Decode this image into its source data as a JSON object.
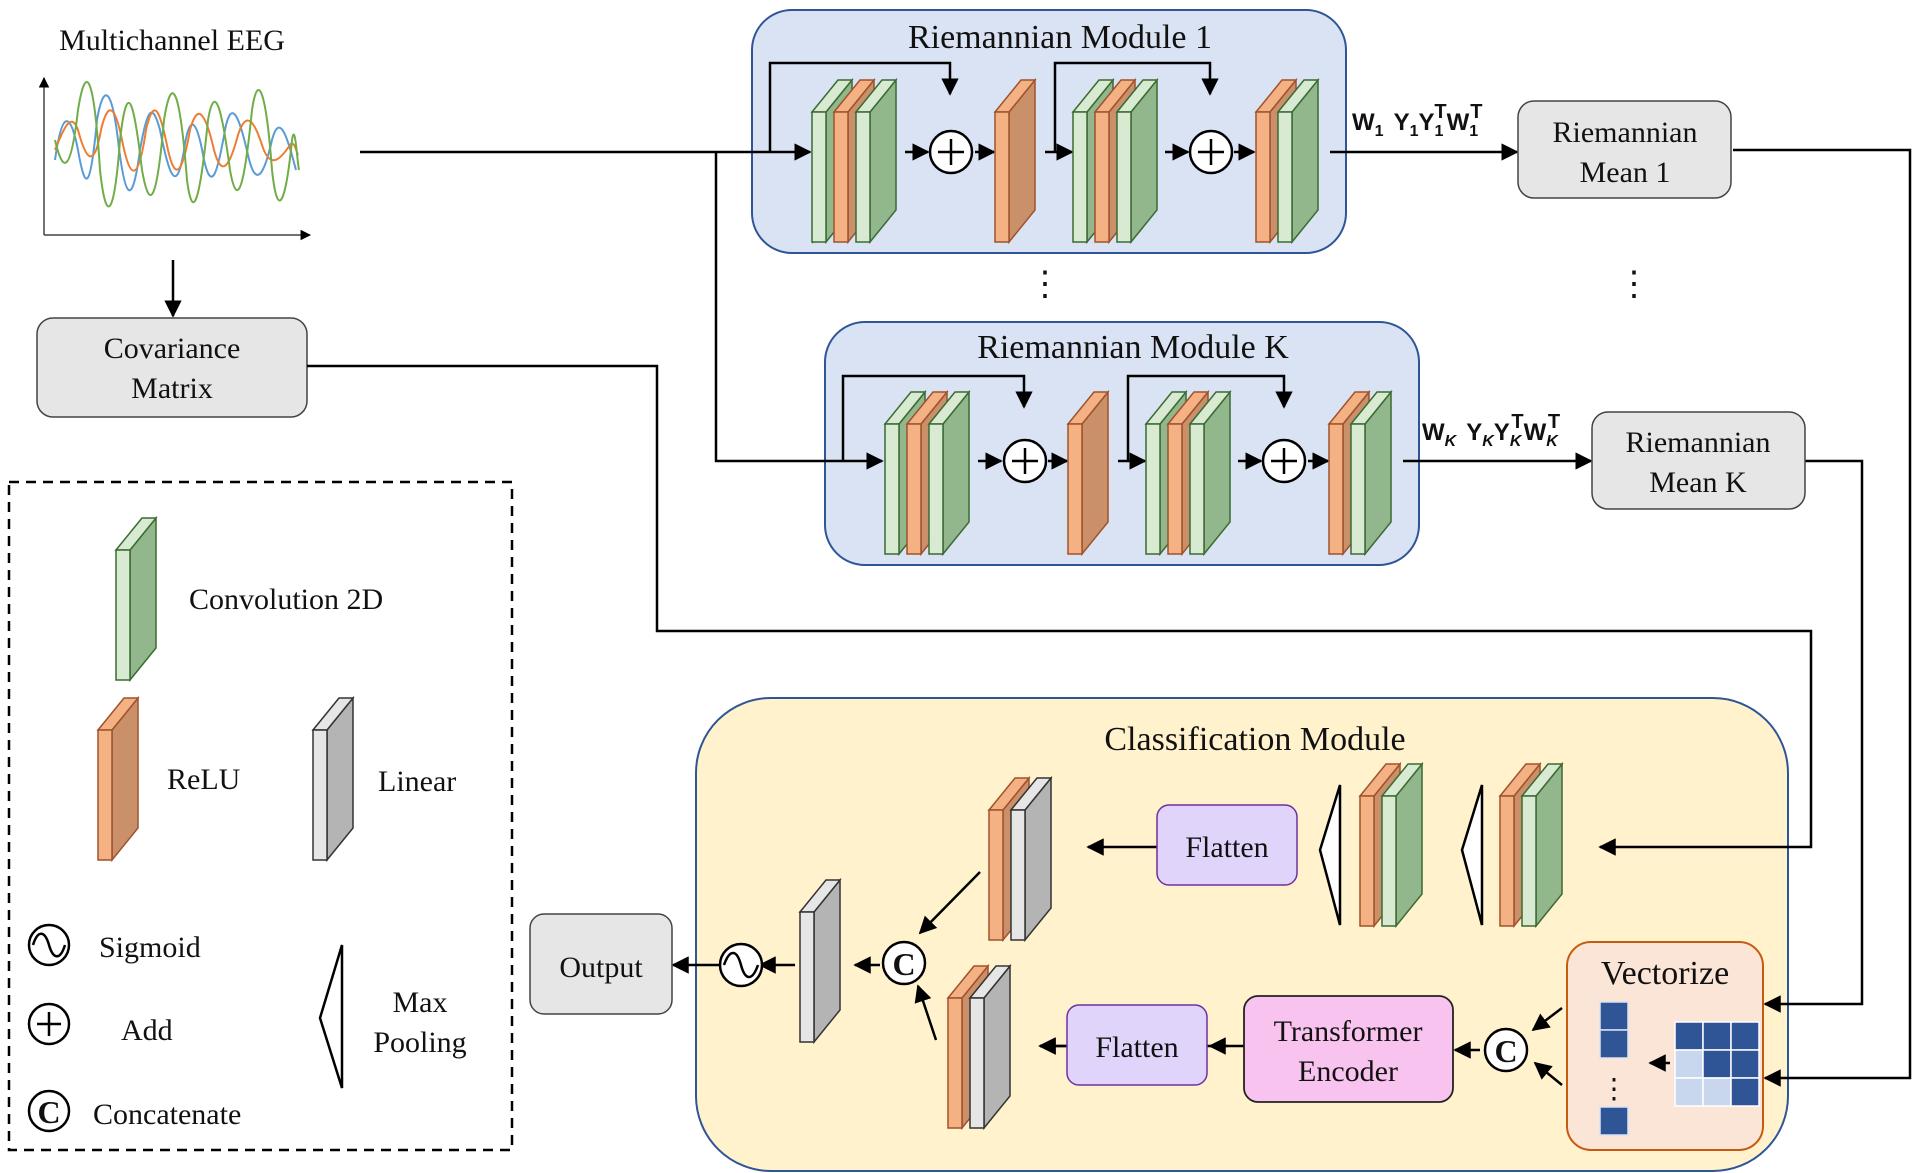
{
  "colors": {
    "module_bg": "#dae3f3",
    "module_border": "#2f5597",
    "class_bg": "#fff2cc",
    "vector_bg": "#fbe5d6",
    "vector_border": "#c55a11",
    "conv_light": "#d9ead3",
    "conv_dark": "#93b78c",
    "relu_light": "#f4b183",
    "relu_dark": "#c9906a",
    "linear_light": "#e7e6e6",
    "linear_dark": "#b4b4b4",
    "flatten_bg": "#e0d4fb",
    "transformer_bg": "#f9c3f0",
    "gray_box": "#e7e6e6"
  },
  "input": {
    "title": "Multichannel EEG"
  },
  "covariance": {
    "line1": "Covariance",
    "line2": "Matrix"
  },
  "module1": {
    "title": "Riemannian Module 1"
  },
  "moduleK": {
    "title": "Riemannian Module K"
  },
  "mean1": {
    "line1": "Riemannian",
    "line2": "Mean 1"
  },
  "meanK": {
    "line1": "Riemannian",
    "line2": "Mean K"
  },
  "formula1": {
    "w": "W",
    "sub1": "1",
    "y": "Y",
    "sub2": "1",
    "y2": "Y",
    "sub3": "1",
    "t1": "T",
    "w2": "W",
    "sub4": "1",
    "t2": "T"
  },
  "formulaK": {
    "w": "W",
    "sub1": "K",
    "y": "Y",
    "sub2": "K",
    "y2": "Y",
    "sub3": "K",
    "t1": "T",
    "w2": "W",
    "sub4": "K",
    "t2": "T"
  },
  "classification": {
    "title": "Classification Module",
    "flatten": "Flatten",
    "flatten2": "Flatten",
    "transformer_line1": "Transformer",
    "transformer_line2": "Encoder",
    "vectorize": "Vectorize"
  },
  "output": {
    "label": "Output"
  },
  "legend": {
    "conv": "Convolution  2D",
    "relu": "ReLU",
    "linear": "Linear",
    "sigmoid": "Sigmoid",
    "add": "Add",
    "concat": "Concatenate",
    "maxpool_line1": "Max",
    "maxpool_line2": "Pooling"
  },
  "symbols": {
    "concat": "C",
    "dots": "⋮"
  }
}
